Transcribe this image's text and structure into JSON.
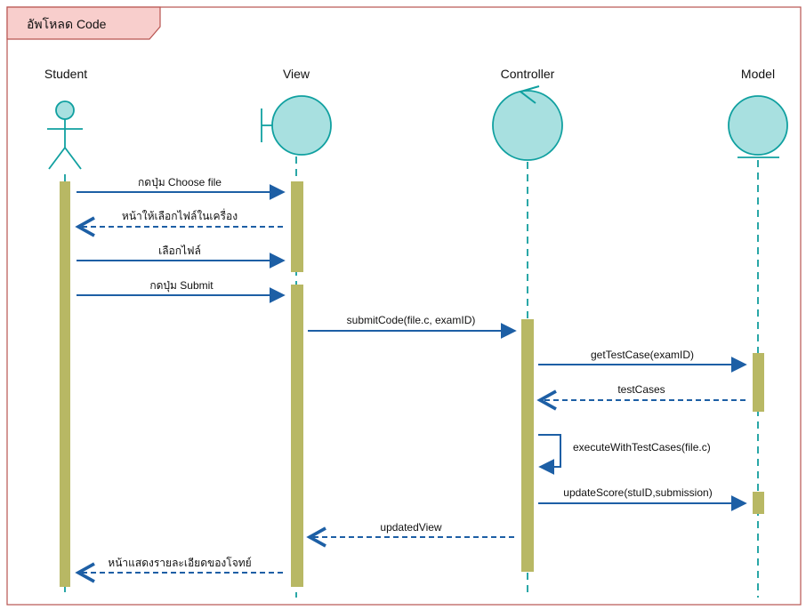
{
  "frame": {
    "title": "อัพโหลด Code",
    "border_color": "#b85450",
    "tab_fill": "#f8cecc"
  },
  "lifelines": [
    {
      "id": "student",
      "label": "Student",
      "kind": "actor"
    },
    {
      "id": "view",
      "label": "View",
      "kind": "boundary"
    },
    {
      "id": "controller",
      "label": "Controller",
      "kind": "control"
    },
    {
      "id": "model",
      "label": "Model",
      "kind": "entity"
    }
  ],
  "colors": {
    "object_fill": "#a8e0e0",
    "object_stroke": "#10a0a0",
    "lifeline": "#2aa7a7",
    "activation": "#b8b864",
    "arrow": "#1d5fa5",
    "text": "#111111"
  },
  "messages": [
    {
      "label": "กดปุ่ม Choose file",
      "from": "student",
      "to": "view",
      "type": "sync"
    },
    {
      "label": "หน้าให้เลือกไฟล์ในเครื่อง",
      "from": "view",
      "to": "student",
      "type": "return"
    },
    {
      "label": "เลือกไฟล์",
      "from": "student",
      "to": "view",
      "type": "sync"
    },
    {
      "label": "กดปุ่ม Submit",
      "from": "student",
      "to": "view",
      "type": "sync"
    },
    {
      "label": "submitCode(file.c, examID)",
      "from": "view",
      "to": "controller",
      "type": "sync"
    },
    {
      "label": "getTestCase(examID)",
      "from": "controller",
      "to": "model",
      "type": "sync"
    },
    {
      "label": "testCases",
      "from": "model",
      "to": "controller",
      "type": "return"
    },
    {
      "label": "executeWithTestCases(file.c)",
      "from": "controller",
      "to": "controller",
      "type": "self"
    },
    {
      "label": "updateScore(stuID,submission)",
      "from": "controller",
      "to": "model",
      "type": "sync"
    },
    {
      "label": "updatedView",
      "from": "controller",
      "to": "view",
      "type": "return"
    },
    {
      "label": "หน้าแสดงรายละเอียดของโจทย์",
      "from": "view",
      "to": "student",
      "type": "return"
    }
  ]
}
